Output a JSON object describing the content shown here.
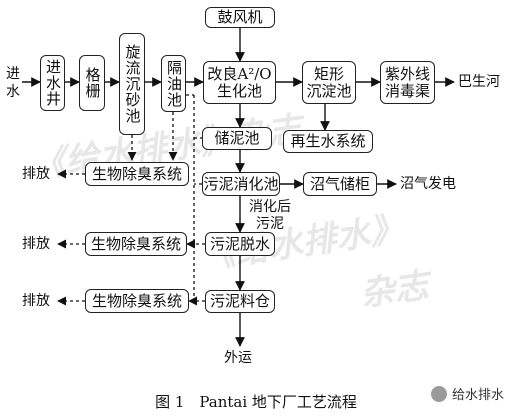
{
  "boxes": {
    "gufengji": "鼓风机",
    "jinshuijing": "进水井",
    "gezha": "格栅",
    "xuanliu": "旋流沉砂池",
    "geyou": "隔油池",
    "gailiang_line1": "改良A²/O",
    "gailiang_line2": "生化池",
    "juxing_line1": "矩形",
    "juxing_line2": "沉淀池",
    "ziwai_line1": "紫外线",
    "ziwai_line2": "消毒渠",
    "chuni": "储泥池",
    "zaisheng": "再生水系统",
    "xiaohua": "污泥消化池",
    "zhaoqi": "沼气储柜",
    "tuoshui": "污泥脱水",
    "liaocang": "污泥料仓",
    "chuchou1": "生物除臭系统",
    "chuchou2": "生物除臭系统",
    "chuchou3": "生物除臭系统"
  },
  "labels": {
    "inlet_1": "进",
    "inlet_2": "水",
    "river": "巴生河",
    "biogas_power": "沼气发电",
    "digested_1": "消化后",
    "digested_2": "污泥",
    "discharge1": "排放",
    "discharge2": "排放",
    "discharge3": "排放",
    "outward": "外运"
  },
  "caption": "图 1　Pantai 地下厂工艺流程",
  "logo": {
    "text": "给水排水",
    "icon": "wechat-icon"
  },
  "watermark": {
    "line1": "《给水排水》杂志",
    "line2": "《给水排水》",
    "line3": "杂志"
  }
}
